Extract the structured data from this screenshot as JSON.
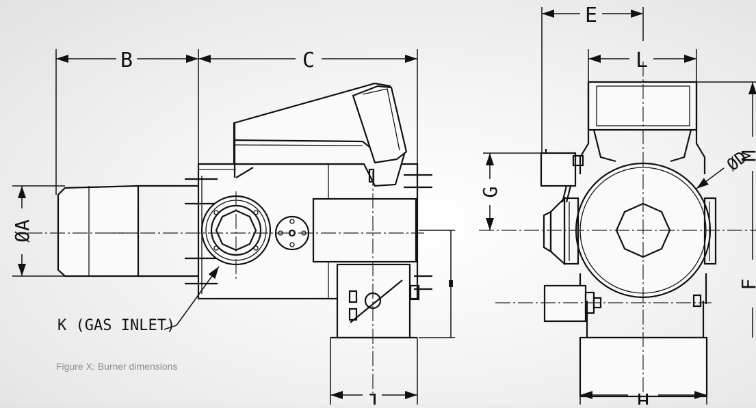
{
  "labels": {
    "A": "ØA",
    "B": "B",
    "C": "C",
    "D": "ØD",
    "E": "E",
    "G": "G",
    "H": "H",
    "J": "J",
    "L": "L",
    "M": "M",
    "F": "F",
    "K": "K (GAS INLET)"
  },
  "caption": "Figure X: Burner dimensions"
}
